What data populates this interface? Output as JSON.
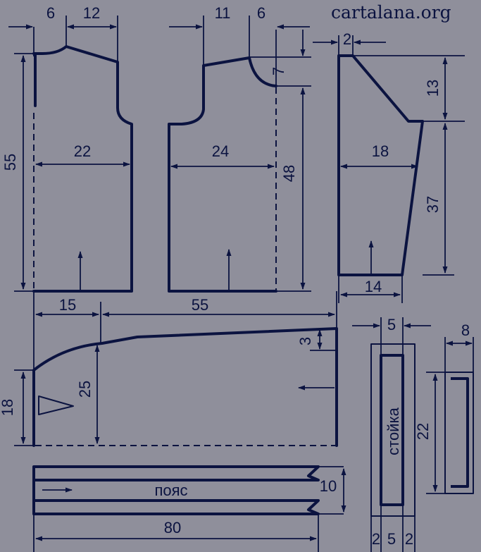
{
  "brand": "cartalana.org",
  "colors": {
    "background": "#8f8f9b",
    "ink": "#0b1340"
  },
  "back": {
    "d_top_left": "6",
    "d_top_right": "12",
    "d_height": "55",
    "d_width": "22"
  },
  "front": {
    "d_top_left": "11",
    "d_top_right": "6",
    "d_neck_depth": "7",
    "d_width": "24",
    "d_height": "48"
  },
  "sleeve": {
    "d_top": "2",
    "d_cap": "13",
    "d_width": "18",
    "d_height": "37",
    "d_bottom": "14"
  },
  "lower": {
    "d_left": "15",
    "d_right": "55",
    "d_rise": "3",
    "d_side": "18",
    "d_center": "25"
  },
  "collar": {
    "d_top": "5",
    "d_height": "22",
    "d_bottom_a": "2",
    "d_bottom_b": "5",
    "d_bottom_c": "2",
    "label": "стойка"
  },
  "pocket": {
    "d_width": "8"
  },
  "belt": {
    "label": "пояс",
    "d_height": "10",
    "d_length": "80"
  }
}
